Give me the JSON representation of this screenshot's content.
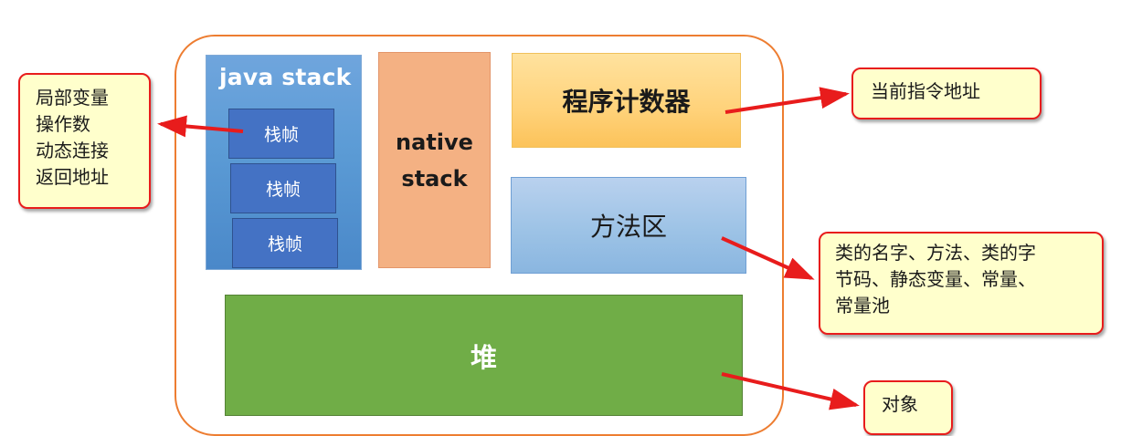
{
  "java_stack": {
    "title": "java stack",
    "frames": [
      "栈帧",
      "栈帧",
      "栈帧"
    ]
  },
  "native_stack": {
    "line1": "native",
    "line2": "stack"
  },
  "program_counter": {
    "label": "程序计数器"
  },
  "method_area": {
    "label": "方法区"
  },
  "heap": {
    "label": "堆"
  },
  "callouts": {
    "frame_contents": [
      "局部变量",
      "操作数",
      "动态连接",
      "返回地址"
    ],
    "program_counter": "当前指令地址",
    "method_area": [
      "类的名字、方法、类的字",
      "节码、静态变量、常量、",
      "常量池"
    ],
    "heap": "对象"
  },
  "colors": {
    "container_border": "#ED7D31",
    "java_stack": "#5B9BD5",
    "frame": "#4472C4",
    "native_stack": "#F4B183",
    "program_counter": "#FFD966",
    "method_area": "#9DC3E6",
    "heap": "#70AD47",
    "callout_fill": "#FFFFCC",
    "callout_border": "#E81C1C",
    "arrow": "#E81C1C"
  }
}
